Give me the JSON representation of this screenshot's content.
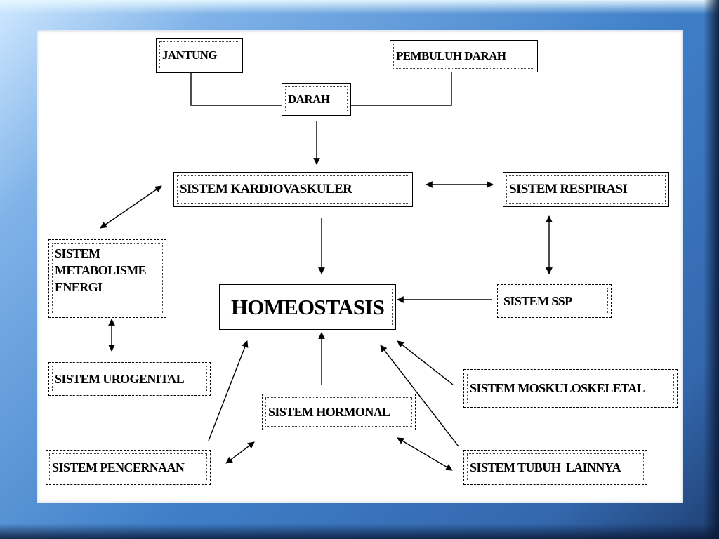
{
  "diagram": {
    "nodes": {
      "jantung": "JANTUNG",
      "pembuluh_darah": "PEMBULUH DARAH",
      "darah": "DARAH",
      "kardiovaskuler": "SISTEM KARDIOVASKULER",
      "respirasi": "SISTEM RESPIRASI",
      "metabolisme": "SISTEM METABOLISME ENERGI",
      "homeostasis": "HOMEOSTASIS",
      "ssp": "SISTEM SSP",
      "urogenital": "SISTEM UROGENITAL",
      "moskuloskeletal": "SISTEM MOSKULOSKELETAL",
      "hormonal": "SISTEM HORMONAL",
      "pencernaan": "SISTEM PENCERNAAN",
      "tubuh_lainnya": "SISTEM TUBUH  LAINNYA"
    },
    "colors": {
      "frame": "#3f7fc8",
      "canvas": "#ffffff",
      "ink": "#000000"
    }
  }
}
